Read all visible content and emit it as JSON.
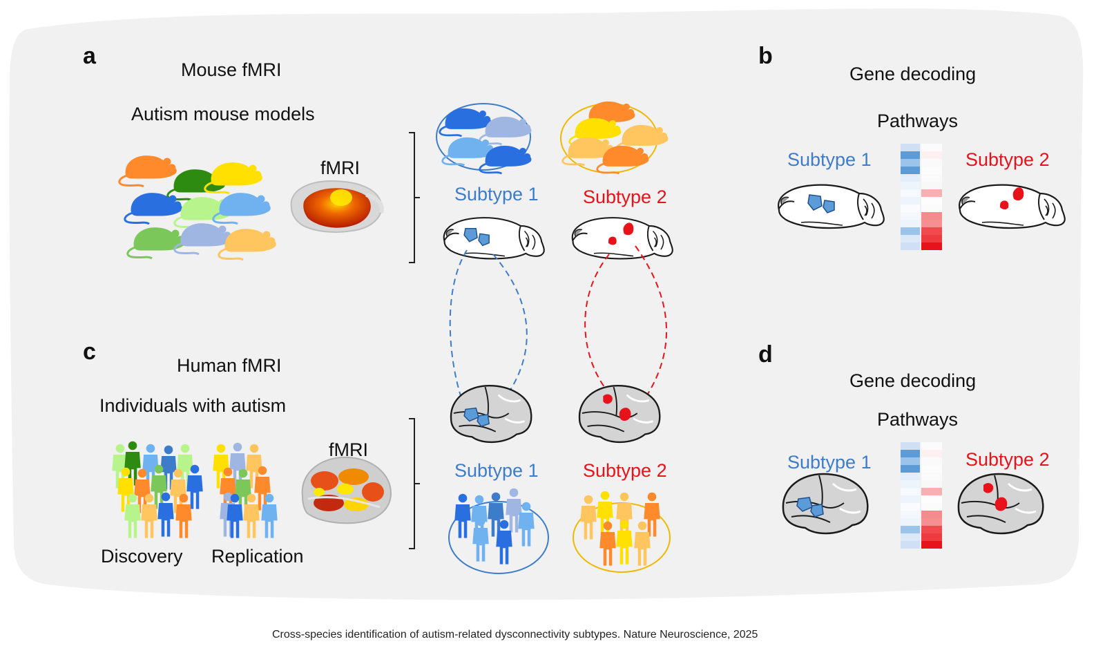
{
  "colors": {
    "subtype1": "#3d7cc9",
    "subtype2": "#e8121a",
    "background": "#f1f1f1"
  },
  "panel_a": {
    "letter": "a",
    "title": "Mouse fMRI",
    "subtitle": "Autism mouse models",
    "fmri_label": "fMRI",
    "subtype1_label": "Subtype 1",
    "subtype2_label": "Subtype 2",
    "icons": [
      "mouse-icon",
      "mouse-brain-icon"
    ]
  },
  "panel_b": {
    "letter": "b",
    "title": "Gene decoding",
    "subtitle": "Pathways",
    "subtype1_label": "Subtype 1",
    "subtype2_label": "Subtype 2"
  },
  "panel_c": {
    "letter": "c",
    "title": "Human fMRI",
    "subtitle": "Individuals with autism",
    "fmri_label": "fMRI",
    "subtype1_label": "Subtype 1",
    "subtype2_label": "Subtype 2",
    "cohort1_label": "Discovery",
    "cohort2_label": "Replication",
    "icons": [
      "person-icon",
      "human-brain-icon"
    ]
  },
  "panel_d": {
    "letter": "d",
    "title": "Gene decoding",
    "subtitle": "Pathways",
    "subtype1_label": "Subtype 1",
    "subtype2_label": "Subtype 2"
  },
  "caption": "Cross-species identification of autism-related dysconnectivity subtypes. Nature Neuroscience, 2025"
}
